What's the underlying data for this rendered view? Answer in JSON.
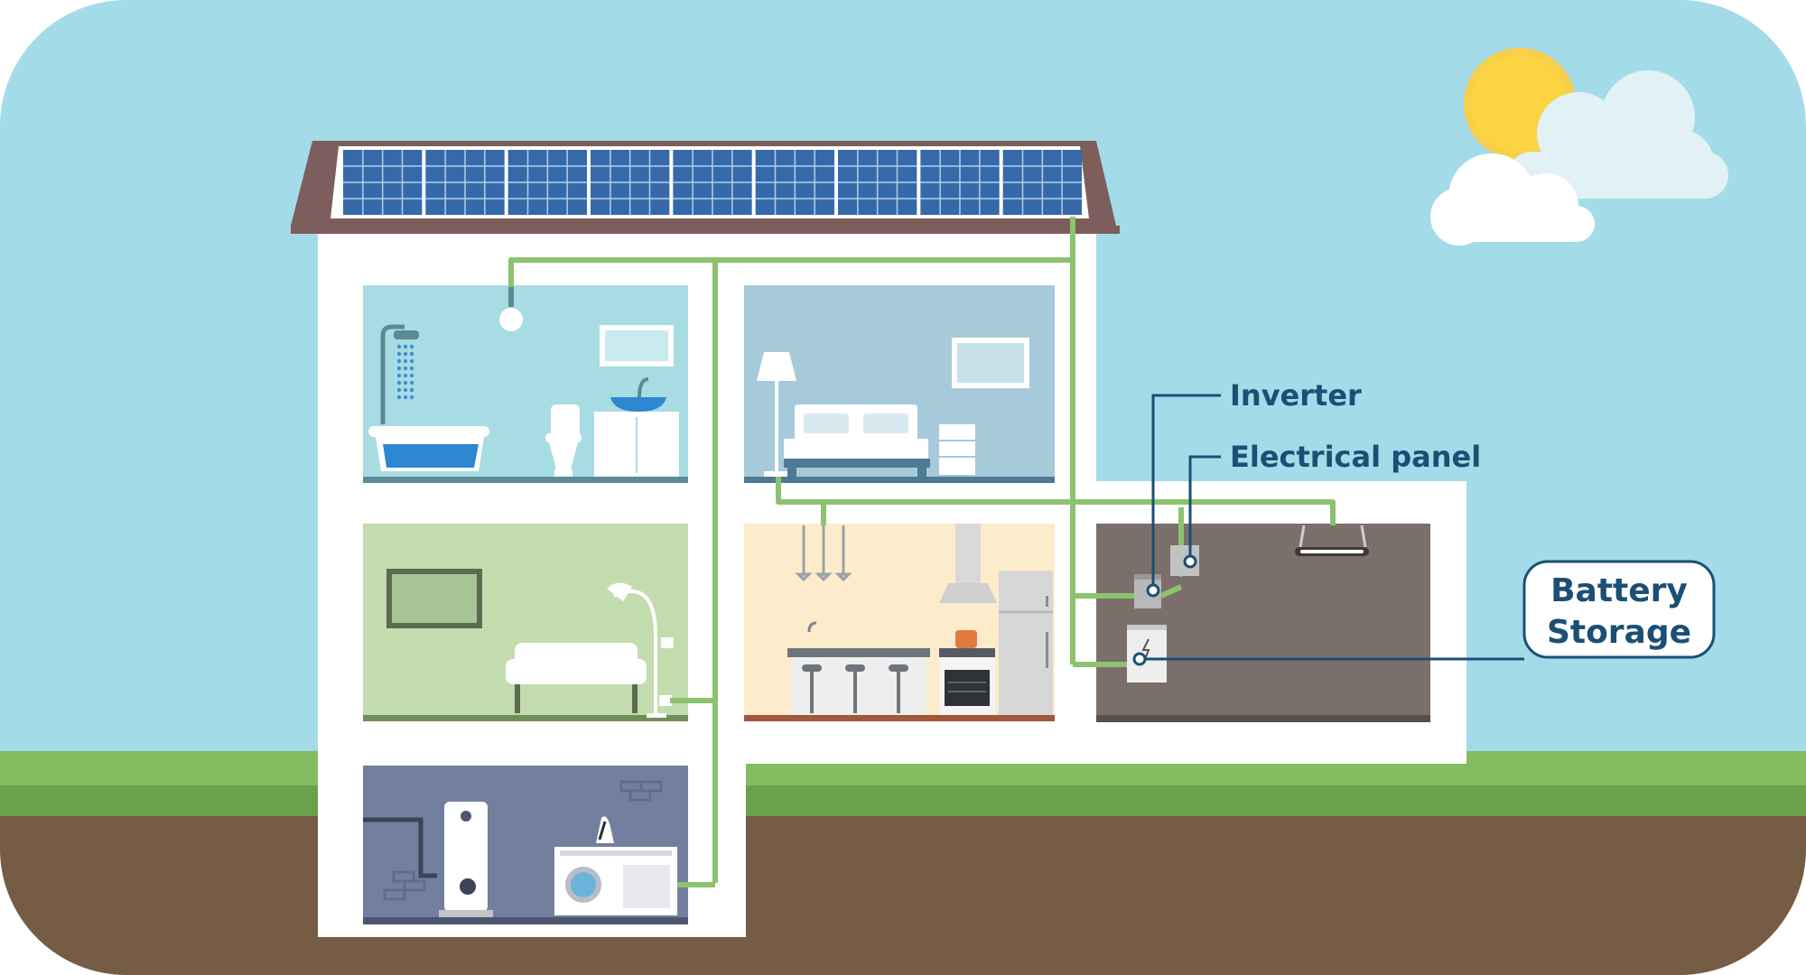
{
  "labels": {
    "inverter": "Inverter",
    "electrical_panel": "Electrical panel",
    "battery_line1": "Battery",
    "battery_line2": "Storage"
  },
  "colors": {
    "sky": "#a3dbe9",
    "grass": "#82bd5f",
    "grass_dark": "#6aa14a",
    "soil": "#765b45",
    "wire": "#8cc36f",
    "label_line": "#1b4f74",
    "label_text": "#1b4f74",
    "roof": "#7d5e5c",
    "panel_blue": "#3669aa",
    "sun": "#f7cf4a",
    "cloud": "#ffffff",
    "cloud_back": "#e2f1f6",
    "bathroom": "#a8dce3",
    "bedroom": "#a7cadb",
    "living_room": "#c3dcae",
    "kitchen": "#fdeccb",
    "garage": "#7b6f6b",
    "basement": "#727f9e",
    "house_wall": "#ffffff"
  },
  "icons": [
    "sun-icon",
    "cloud-icon",
    "solar-panel-icon",
    "light-bulb-icon",
    "shower-icon",
    "bathtub-icon",
    "toilet-icon",
    "sink-icon",
    "mirror-icon",
    "lamp-icon",
    "bed-icon",
    "dresser-icon",
    "picture-icon",
    "tv-icon",
    "sofa-icon",
    "floor-lamp-icon",
    "outlet-icon",
    "pendant-lights-icon",
    "range-hood-icon",
    "kitchen-counter-icon",
    "stove-icon",
    "fridge-icon",
    "ceiling-light-icon",
    "inverter-icon",
    "electrical-panel-icon",
    "battery-icon",
    "water-heater-icon",
    "washing-machine-icon",
    "iron-icon"
  ]
}
